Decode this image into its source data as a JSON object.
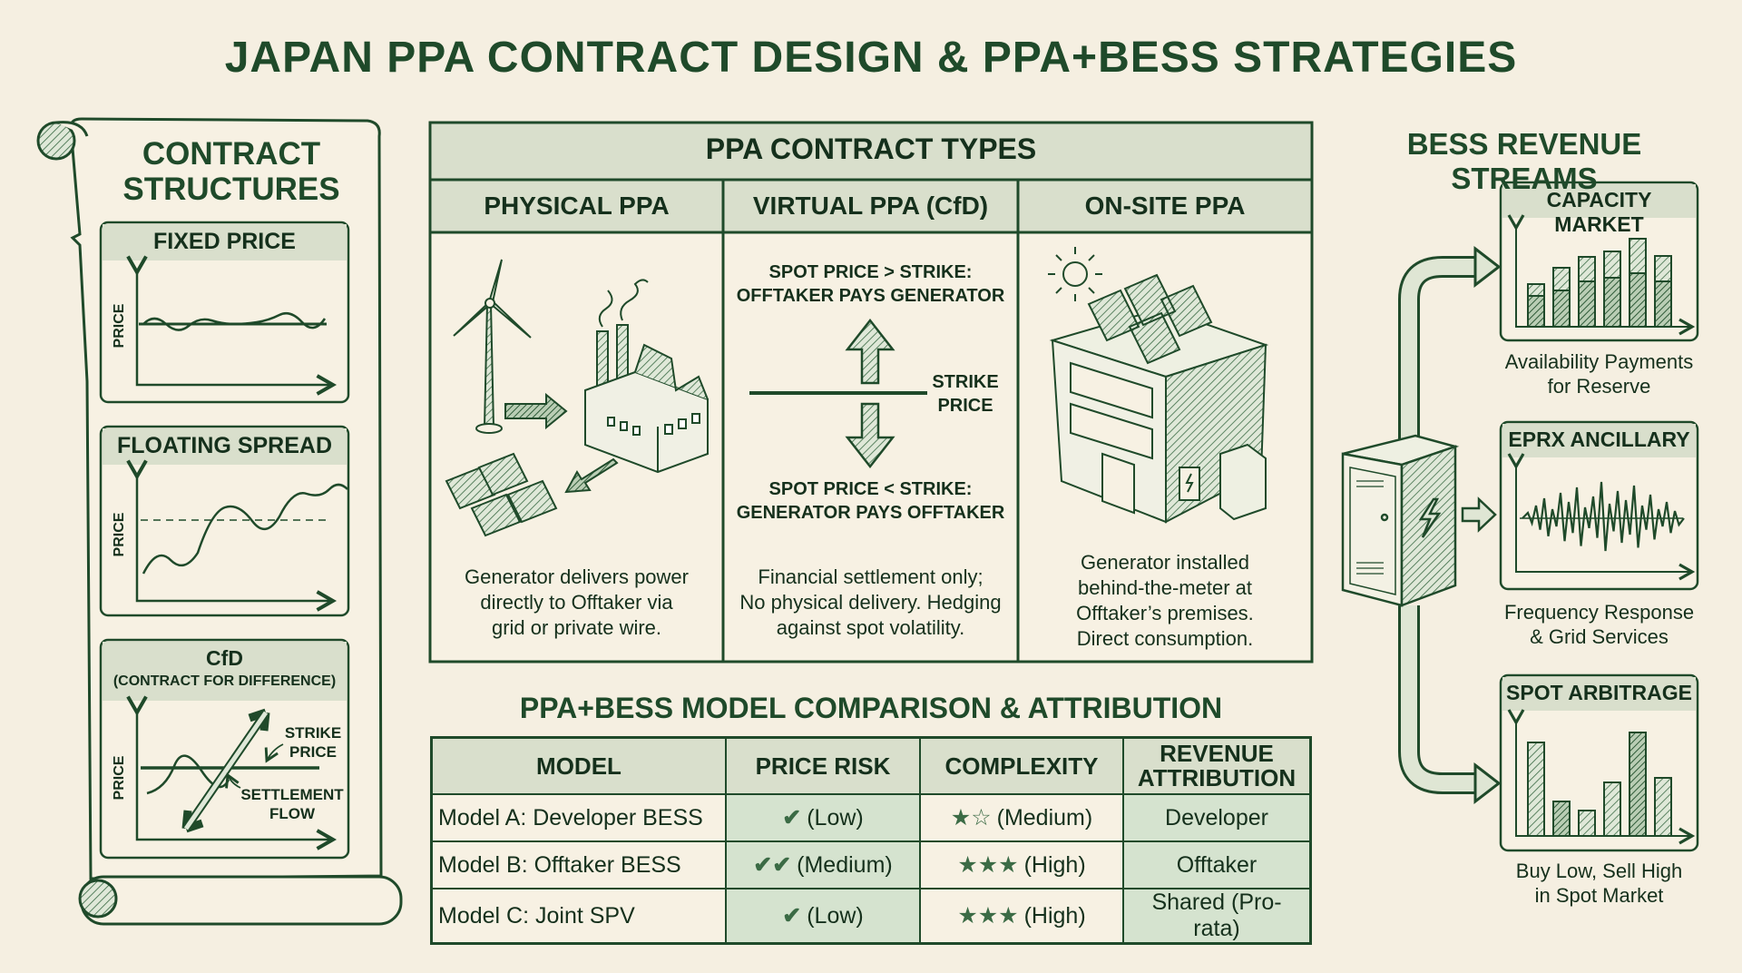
{
  "title": "JAPAN PPA CONTRACT DESIGN & PPA+BESS STRATEGIES",
  "colors": {
    "ink": "#1f4a2a",
    "background": "#f5efe1",
    "header_band": "#d9dfcc",
    "highlight_cell": "#d5e3cf"
  },
  "contract_structures": {
    "heading_line1": "CONTRACT",
    "heading_line2": "STRUCTURES",
    "fixed": {
      "title": "FIXED PRICE",
      "ylabel": "PRICE"
    },
    "floating": {
      "title": "FLOATING SPREAD",
      "ylabel": "PRICE"
    },
    "cfd": {
      "title": "CfD",
      "subtitle": "(CONTRACT FOR DIFFERENCE)",
      "ylabel": "PRICE",
      "strike_line1": "STRIKE",
      "strike_line2": "PRICE",
      "settlement_line1": "SETTLEMENT",
      "settlement_line2": "FLOW"
    }
  },
  "ppa_types": {
    "title": "PPA CONTRACT TYPES",
    "physical": {
      "title": "PHYSICAL PPA",
      "desc": [
        "Generator delivers power",
        "directly to Offtaker via",
        "grid or private wire."
      ],
      "icons": [
        "wind-turbine-icon",
        "factory-icon",
        "solar-panel-icon"
      ]
    },
    "virtual": {
      "title": "VIRTUAL PPA (CfD)",
      "above": [
        "SPOT PRICE > STRIKE:",
        "OFFTAKER PAYS GENERATOR"
      ],
      "strike": [
        "STRIKE",
        "PRICE"
      ],
      "below": [
        "SPOT PRICE < STRIKE:",
        "GENERATOR PAYS OFFTAKER"
      ],
      "desc": [
        "Financial settlement only;",
        "No physical delivery. Hedging",
        "against spot volatility."
      ]
    },
    "onsite": {
      "title": "ON-SITE PPA",
      "desc": [
        "Generator installed",
        "behind-the-meter at",
        "Offtaker’s premises.",
        "Direct consumption."
      ],
      "icons": [
        "sun-icon",
        "building-with-solar-icon"
      ]
    }
  },
  "comparison": {
    "title": "PPA+BESS MODEL COMPARISON & ATTRIBUTION",
    "headers": [
      "MODEL",
      "PRICE RISK",
      "COMPLEXITY",
      "REVENUE ATTRIBUTION"
    ],
    "rows": [
      {
        "model": "Model A: Developer BESS",
        "risk_checks": 1,
        "risk": "(Low)",
        "stars_filled": 1,
        "stars_total": 2,
        "complexity": "(Medium)",
        "attribution": "Developer"
      },
      {
        "model": "Model B: Offtaker BESS",
        "risk_checks": 2,
        "risk": "(Medium)",
        "stars_filled": 3,
        "stars_total": 3,
        "complexity": "(High)",
        "attribution": "Offtaker"
      },
      {
        "model": "Model C: Joint SPV",
        "risk_checks": 1,
        "risk": "(Low)",
        "stars_filled": 3,
        "stars_total": 3,
        "complexity": "(High)",
        "attribution": "Shared (Pro-rata)"
      }
    ]
  },
  "bess": {
    "title": "BESS REVENUE STREAMS",
    "icon": "battery-cabinet-icon",
    "streams": [
      {
        "title": "CAPACITY MARKET",
        "caption": [
          "Availability Payments",
          "for Reserve"
        ]
      },
      {
        "title": "EPRX ANCILLARY",
        "caption": [
          "Frequency Response",
          "& Grid Services"
        ]
      },
      {
        "title": "SPOT ARBITRAGE",
        "caption": [
          "Buy Low, Sell High",
          "in Spot Market"
        ]
      }
    ]
  }
}
